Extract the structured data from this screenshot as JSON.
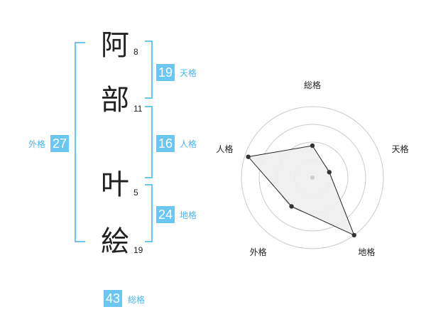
{
  "name": {
    "chars": [
      {
        "char": "阿",
        "strokes": "8"
      },
      {
        "char": "部",
        "strokes": "11"
      },
      {
        "char": "叶",
        "strokes": "5"
      },
      {
        "char": "絵",
        "strokes": "19"
      }
    ]
  },
  "fortunes": {
    "tenkaku": {
      "value": "19",
      "label": "天格"
    },
    "jinkaku": {
      "value": "16",
      "label": "人格"
    },
    "chikaku": {
      "value": "24",
      "label": "地格"
    },
    "gaikaku": {
      "value": "27",
      "label": "外格"
    },
    "soukaku": {
      "value": "43",
      "label": "総格"
    }
  },
  "colors": {
    "accent": "#6cc6f2",
    "accent_text": "#49b4ea",
    "radar_fill": "#eeeeee",
    "grid": "#cccccc"
  },
  "chart_data": {
    "type": "radar",
    "axes": [
      "総格",
      "天格",
      "地格",
      "外格",
      "人格"
    ],
    "values": [
      0.45,
      0.25,
      1.0,
      0.5,
      0.95
    ],
    "max": 1,
    "rings": 4
  }
}
